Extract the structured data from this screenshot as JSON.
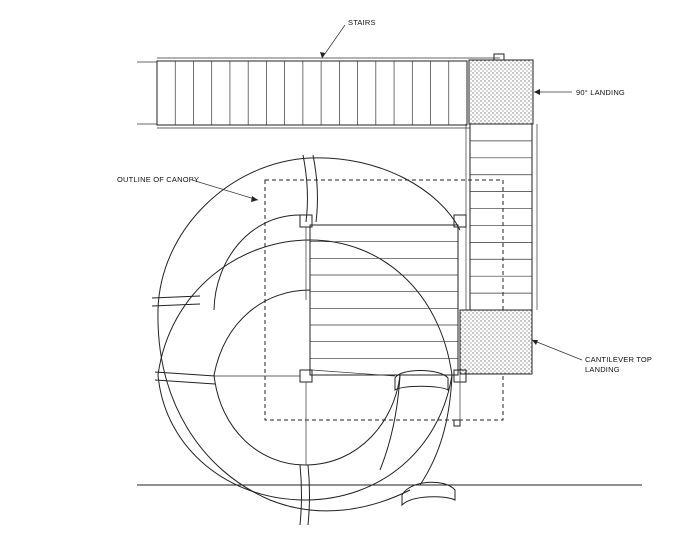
{
  "labels": {
    "stairs": "STAIRS",
    "landing_90": "90° LANDING",
    "canopy": "OUTLINE OF CANOPY",
    "cantilever_line1": "CANTILEVER TOP",
    "cantilever_line2": "LANDING"
  },
  "colors": {
    "ink": "#222222",
    "background": "#ffffff",
    "halftone": "#9a9a9a"
  }
}
